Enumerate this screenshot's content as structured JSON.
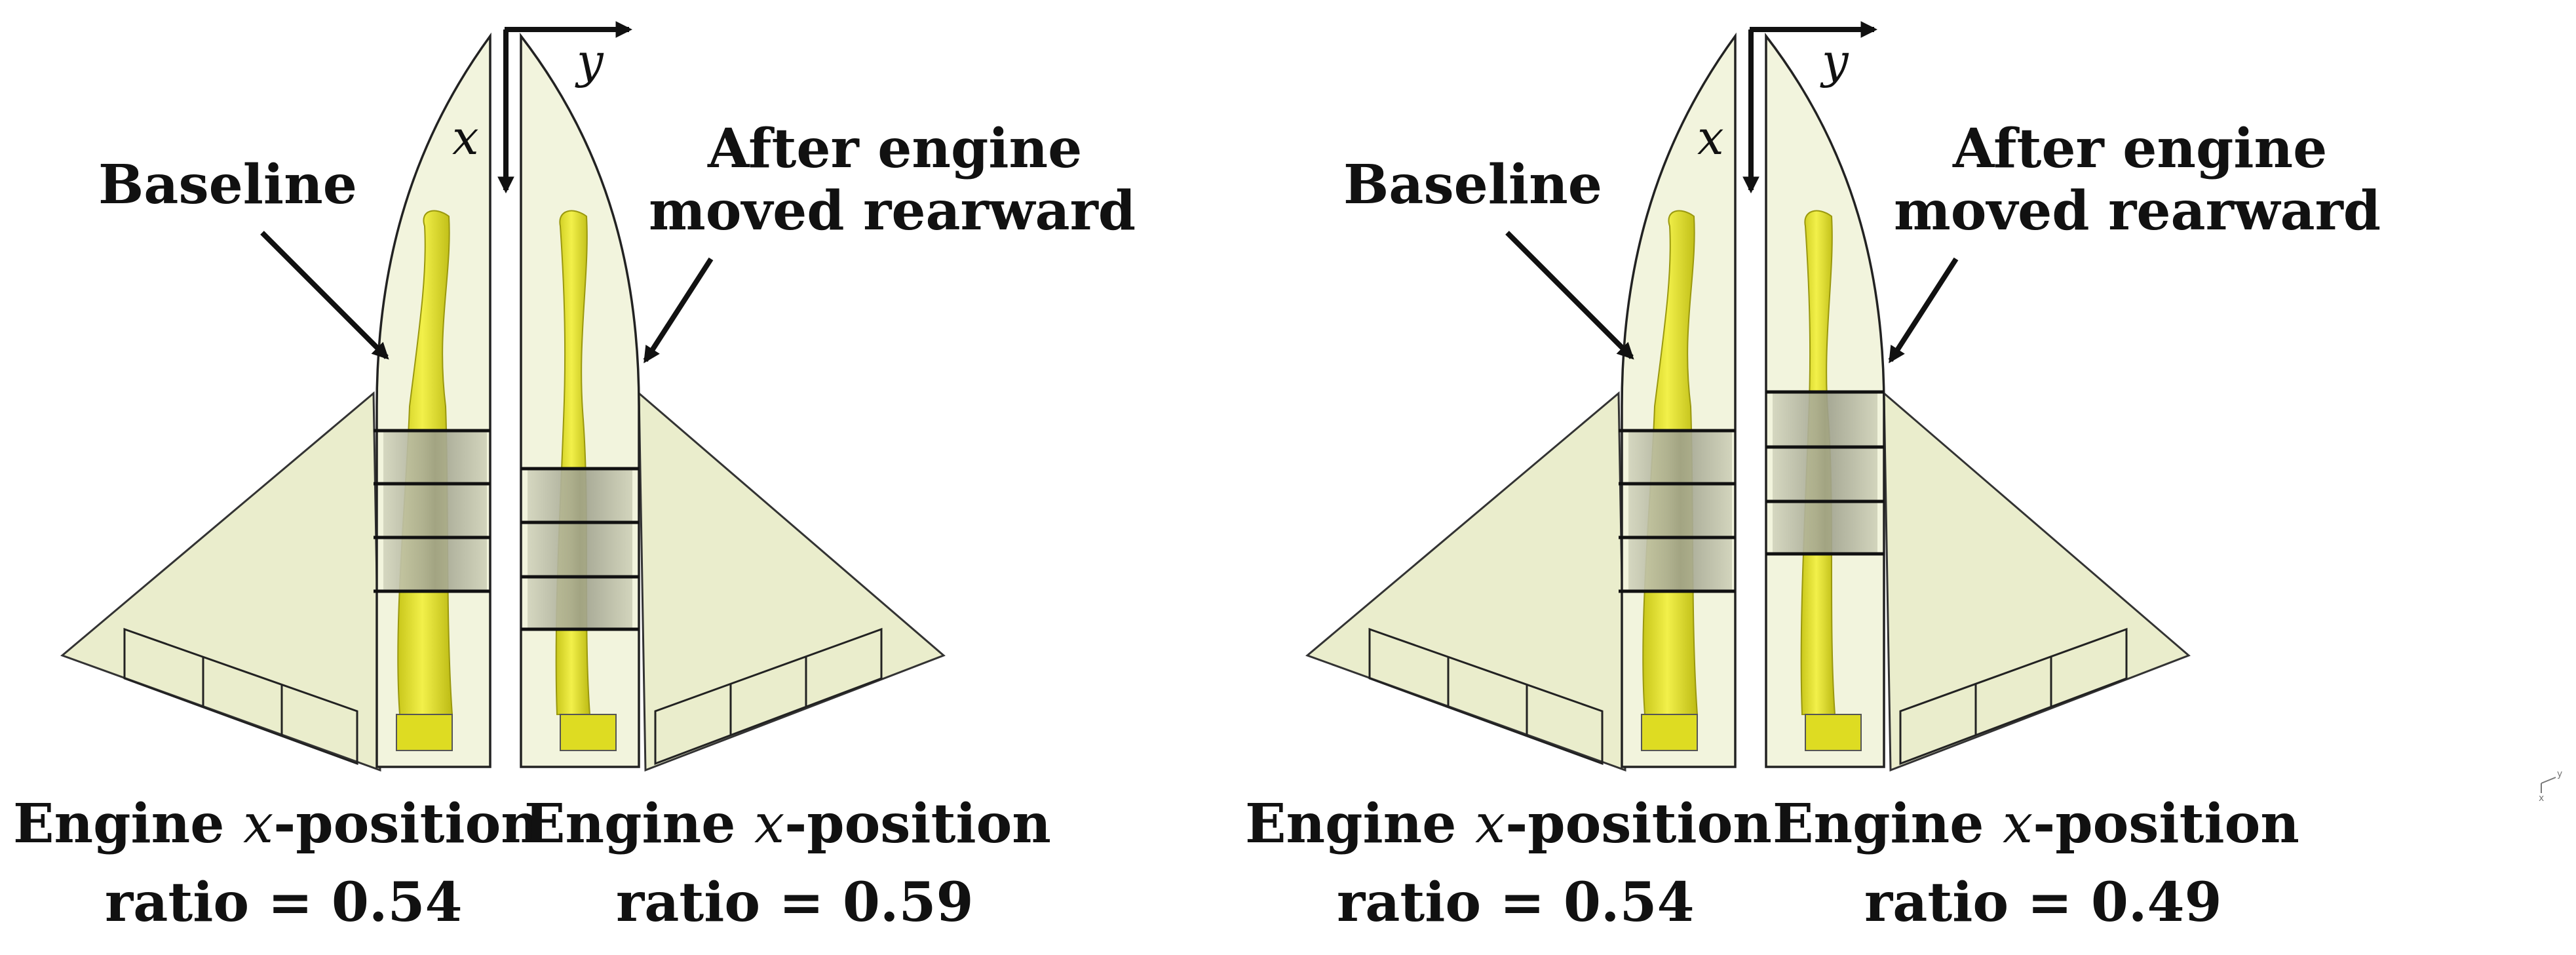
{
  "panels": [
    {
      "axis_x_label": "x",
      "axis_y_label": "y",
      "left_half": {
        "callout": "Baseline",
        "caption_line1_pre": "Engine ",
        "caption_line1_var": "x",
        "caption_line1_post": "-position",
        "caption_line2": "ratio = 0.54"
      },
      "right_half": {
        "callout_line1": "After engine",
        "callout_line2": "moved rearward",
        "caption_line1_pre": "Engine ",
        "caption_line1_var": "x",
        "caption_line1_post": "-position",
        "caption_line2": "ratio = 0.59"
      }
    },
    {
      "axis_x_label": "x",
      "axis_y_label": "y",
      "left_half": {
        "callout": "Baseline",
        "caption_line1_pre": "Engine ",
        "caption_line1_var": "x",
        "caption_line1_post": "-position",
        "caption_line2": "ratio = 0.54"
      },
      "right_half": {
        "callout_line1": "After engine",
        "callout_line2": "moved rearward",
        "caption_line1_pre": "Engine ",
        "caption_line1_var": "x",
        "caption_line1_post": "-position",
        "caption_line2": "ratio = 0.49"
      }
    }
  ],
  "corner_triad": {
    "y": "y",
    "x": "x"
  },
  "colors": {
    "wing": "#eaedcc",
    "engine_yellow": "#e4e22a",
    "fuel_tank_gray": "#a3a590",
    "outline": "#222222"
  }
}
